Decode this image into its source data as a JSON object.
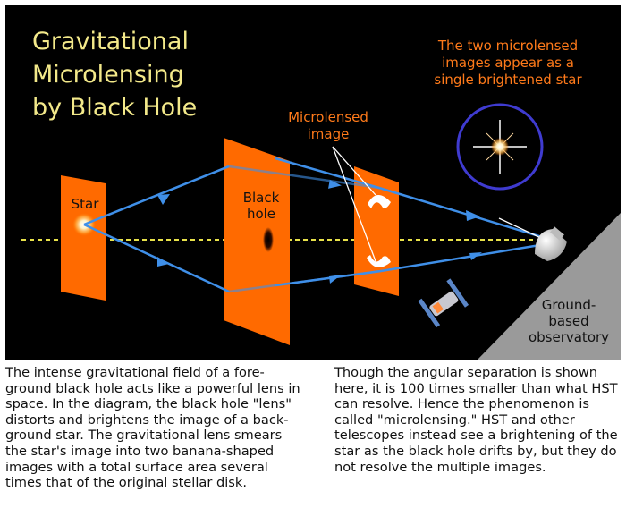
{
  "diagram": {
    "title": "Gravitational\nMicrolensing\nby Black Hole",
    "callout_top": "The two microlensed images appear as a single brightened star",
    "callout_mid": "Microlensed image",
    "label_star": "Star",
    "label_black_hole": "Black hole",
    "label_observatory": "Ground-based observatory",
    "colors": {
      "panel": "#ff6a00",
      "ray": "#3f8fe8",
      "axis": "#e8e24a",
      "callout": "#ff7a1a",
      "title": "#f3e98a",
      "halo": "#3f3bd0"
    }
  },
  "captions": {
    "left": "The intense gravitational field of a fore-ground black hole acts like a powerful lens in space. In the diagram, the black hole \"lens\" distorts and brightens the image of a back-ground star. The gravitational lens smears the star's image into two banana-shaped images with a total surface area several times that of the original stellar disk.",
    "right": "Though the angular separation is shown here, it is 100 times smaller than what HST can resolve. Hence the phenomenon is called \"microlensing.\" HST and other telescopes instead see a brightening of the star as the black hole drifts by, but they do not resolve the multiple images."
  }
}
